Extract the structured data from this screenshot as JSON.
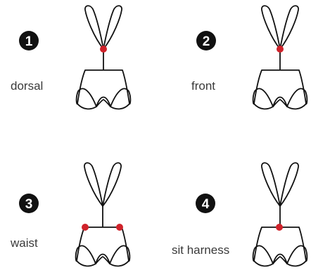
{
  "title": "",
  "panels": [
    {
      "number": "1",
      "label": "dorsal"
    },
    {
      "number": "2",
      "label": "front"
    },
    {
      "number": "3",
      "label": "waist"
    },
    {
      "number": "4",
      "label": "sit harness"
    }
  ],
  "colors": {
    "line": "#111111",
    "badge": "#111111",
    "attachment_point": "#d0222a",
    "label": "#3a3a3a"
  }
}
